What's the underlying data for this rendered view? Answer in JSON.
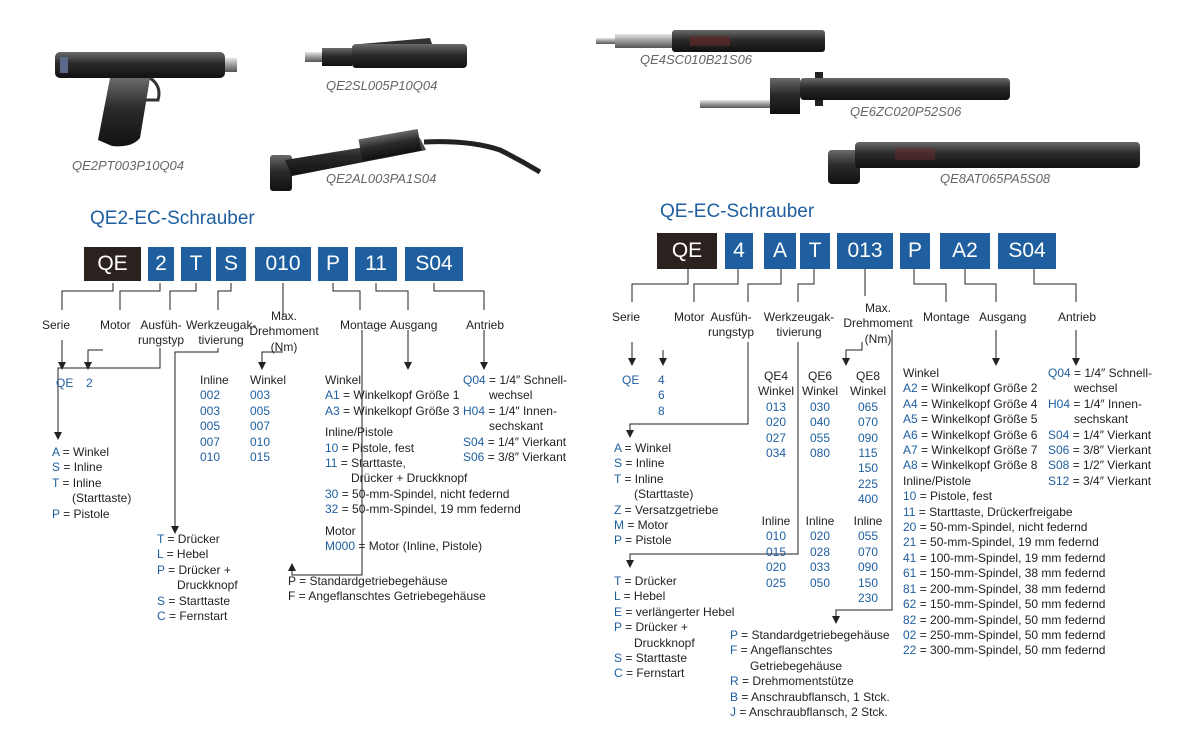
{
  "tools": {
    "qe2pt": "QE2PT003P10Q04",
    "qe2sl": "QE2SL005P10Q04",
    "qe2al": "QE2AL003PA1S04",
    "qe4sc": "QE4SC010B21S06",
    "qe6zc": "QE6ZC020P52S06",
    "qe8at": "QE8AT065PA5S08"
  },
  "left": {
    "title": "QE2-EC-Schrauber",
    "code": [
      "QE",
      "2",
      "T",
      "S",
      "010",
      "P",
      "11",
      "S04"
    ],
    "labels": {
      "serie": "Serie",
      "motor": "Motor",
      "ausf1": "Ausfüh-",
      "ausf2": "rungstyp",
      "werk1": "Werkzeugak-",
      "werk2": "tivierung",
      "max1": "Max.",
      "max2": "Drehmoment",
      "max3": "(Nm)",
      "montage": "Montage",
      "ausgang": "Ausgang",
      "antrieb": "Antrieb"
    },
    "serie_val": "QE",
    "motor_val": "2",
    "ausf": [
      {
        "c": "A",
        "d": "= Winkel"
      },
      {
        "c": "S",
        "d": "= Inline"
      },
      {
        "c": "T",
        "d": "= Inline"
      },
      {
        "c": "",
        "d": "(Starttaste)"
      },
      {
        "c": "P",
        "d": "= Pistole"
      }
    ],
    "werk": [
      {
        "c": "T",
        "d": "= Drücker"
      },
      {
        "c": "L",
        "d": "= Hebel"
      },
      {
        "c": "P",
        "d": "= Drücker +"
      },
      {
        "c": "",
        "d": "Druckknopf"
      },
      {
        "c": "S",
        "d": "= Starttaste"
      },
      {
        "c": "C",
        "d": "= Fernstart"
      }
    ],
    "torque_inline_h": "Inline",
    "torque_inline": [
      "002",
      "003",
      "005",
      "007",
      "010"
    ],
    "torque_winkel_h": "Winkel",
    "torque_winkel": [
      "003",
      "005",
      "007",
      "010",
      "015"
    ],
    "montage_p": "P = Standardgetriebegehäuse",
    "montage_f": "F = Angeflanschtes Getriebegehäuse",
    "ausgang": {
      "winkel_h": "Winkel",
      "winkel": [
        {
          "c": "A1",
          "d": "= Winkelkopf Größe 1"
        },
        {
          "c": "A3",
          "d": "= Winkelkopf Größe 3"
        }
      ],
      "ip_h": "Inline/Pistole",
      "ip": [
        {
          "c": "10",
          "d": "= Pistole, fest"
        },
        {
          "c": "11",
          "d": "= Starttaste,"
        },
        {
          "c": "",
          "d": "Drücker + Druckknopf"
        },
        {
          "c": "30",
          "d": "= 50-mm-Spindel, nicht federnd"
        },
        {
          "c": "32",
          "d": "= 50-mm-Spindel, 19 mm federnd"
        }
      ],
      "motor_h": "Motor",
      "motor": [
        {
          "c": "M000",
          "d": "= Motor (Inline, Pistole)"
        }
      ]
    },
    "antrieb": [
      {
        "c": "Q04",
        "d": "= 1/4″ Schnell-"
      },
      {
        "c": "",
        "d": "wechsel"
      },
      {
        "c": "H04",
        "d": "= 1/4″ Innen-"
      },
      {
        "c": "",
        "d": "sechskant"
      },
      {
        "c": "S04",
        "d": "= 1/4″ Vierkant"
      },
      {
        "c": "S06",
        "d": "= 3/8″ Vierkant"
      }
    ]
  },
  "right": {
    "title": "QE-EC-Schrauber",
    "code": [
      "QE",
      "4",
      "A",
      "T",
      "013",
      "P",
      "A2",
      "S04"
    ],
    "labels": {
      "serie": "Serie",
      "motor": "Motor",
      "ausf1": "Ausfüh-",
      "ausf2": "rungstyp",
      "werk1": "Werkzeugak-",
      "werk2": "tivierung",
      "max1": "Max.",
      "max2": "Drehmoment",
      "max3": "(Nm)",
      "montage": "Montage",
      "ausgang": "Ausgang",
      "antrieb": "Antrieb"
    },
    "serie_val": "QE",
    "motor_vals": [
      "4",
      "6",
      "8"
    ],
    "ausf": [
      {
        "c": "A",
        "d": "= Winkel"
      },
      {
        "c": "S",
        "d": "= Inline"
      },
      {
        "c": "T",
        "d": "= Inline"
      },
      {
        "c": "",
        "d": "(Starttaste)"
      },
      {
        "c": "Z",
        "d": "= Versatzgetriebe"
      },
      {
        "c": "M",
        "d": "= Motor"
      },
      {
        "c": "P",
        "d": "= Pistole"
      }
    ],
    "werk": [
      {
        "c": "T",
        "d": "= Drücker"
      },
      {
        "c": "L",
        "d": "= Hebel"
      },
      {
        "c": "E",
        "d": "= verlängerter Hebel"
      },
      {
        "c": "P",
        "d": "= Drücker +"
      },
      {
        "c": "",
        "d": "Druckknopf"
      },
      {
        "c": "S",
        "d": "= Starttaste"
      },
      {
        "c": "C",
        "d": "= Fernstart"
      }
    ],
    "torque_cols": [
      {
        "h1": "QE4",
        "h2": "Winkel",
        "v": [
          "013",
          "020",
          "027",
          "034"
        ],
        "h3": "Inline",
        "v2": [
          "010",
          "015",
          "020",
          "025"
        ]
      },
      {
        "h1": "QE6",
        "h2": "Winkel",
        "v": [
          "030",
          "040",
          "055",
          "080"
        ],
        "h3": "Inline",
        "v2": [
          "020",
          "028",
          "033",
          "050"
        ]
      },
      {
        "h1": "QE8",
        "h2": "Winkel",
        "v": [
          "065",
          "070",
          "090",
          "115",
          "150",
          "225",
          "400"
        ],
        "h3": "Inline",
        "v2": [
          "055",
          "070",
          "090",
          "150",
          "230"
        ]
      }
    ],
    "montage": [
      {
        "c": "P",
        "d": "= Standardgetriebegehäuse"
      },
      {
        "c": "F",
        "d": "= Angeflanschtes"
      },
      {
        "c": "",
        "d": "Getriebegehäuse"
      },
      {
        "c": "R",
        "d": "= Drehmomentstütze"
      },
      {
        "c": "B",
        "d": "= Anschraubflansch, 1 Stck."
      },
      {
        "c": "J",
        "d": "= Anschraubflansch, 2 Stck."
      }
    ],
    "ausgang": {
      "winkel_h": "Winkel",
      "winkel": [
        {
          "c": "A2",
          "d": "= Winkelkopf Größe 2"
        },
        {
          "c": "A4",
          "d": "= Winkelkopf Größe 4"
        },
        {
          "c": "A5",
          "d": "= Winkelkopf Größe 5"
        },
        {
          "c": "A6",
          "d": "= Winkelkopf Größe 6"
        },
        {
          "c": "A7",
          "d": "= Winkelkopf Größe 7"
        },
        {
          "c": "A8",
          "d": "= Winkelkopf Größe 8"
        }
      ],
      "ip_h": "Inline/Pistole",
      "ip": [
        {
          "c": "10",
          "d": "= Pistole, fest"
        },
        {
          "c": "11",
          "d": "= Starttaste, Drückerfreigabe"
        },
        {
          "c": "20",
          "d": "= 50-mm-Spindel, nicht federnd"
        },
        {
          "c": "21",
          "d": "= 50-mm-Spindel, 19 mm federnd"
        },
        {
          "c": "41",
          "d": "= 100-mm-Spindel, 19 mm federnd"
        },
        {
          "c": "61",
          "d": "= 150-mm-Spindel, 38 mm federnd"
        },
        {
          "c": "81",
          "d": "= 200-mm-Spindel, 38 mm federnd"
        },
        {
          "c": "62",
          "d": "= 150-mm-Spindel, 50 mm federnd"
        },
        {
          "c": "82",
          "d": "= 200-mm-Spindel, 50 mm federnd"
        },
        {
          "c": "02",
          "d": "= 250-mm-Spindel, 50 mm federnd"
        },
        {
          "c": "22",
          "d": "= 300-mm-Spindel, 50 mm federnd"
        }
      ]
    },
    "antrieb": [
      {
        "c": "Q04",
        "d": "= 1/4″ Schnell-"
      },
      {
        "c": "",
        "d": "wechsel"
      },
      {
        "c": "H04",
        "d": "= 1/4″ Innen-"
      },
      {
        "c": "",
        "d": "sechskant"
      },
      {
        "c": "S04",
        "d": "= 1/4″ Vierkant"
      },
      {
        "c": "S06",
        "d": "= 3/8″ Vierkant"
      },
      {
        "c": "S08",
        "d": "= 1/2″ Vierkant"
      },
      {
        "c": "S12",
        "d": "= 3/4″ Vierkant"
      }
    ]
  }
}
